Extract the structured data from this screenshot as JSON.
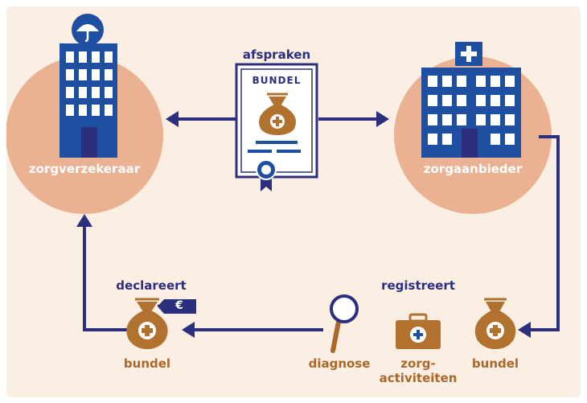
{
  "labels": {
    "insurer": "zorgverzekeraar",
    "provider": "zorgaanbieder",
    "agreements": "afspraken",
    "document_header": "BUNDEL",
    "declares": "declareert",
    "registers": "registreert",
    "bundle_left": "bundel",
    "bundle_right": "bundel",
    "diagnosis": "diagnose",
    "care_activities_line1": "zorg-",
    "care_activities_line2": "activiteiten",
    "price_tag": "€"
  },
  "colors": {
    "navy": "#2b2f7d",
    "building_blue": "#1e4fa0",
    "peach_circle": "#eab292",
    "brown": "#b1722f",
    "background": "#fbeee3"
  },
  "icons": [
    "umbrella-icon",
    "hospital-cross-icon",
    "money-bag-icon",
    "magnifier-icon",
    "medical-kit-icon",
    "euro-tag-icon",
    "ribbon-seal-icon"
  ]
}
